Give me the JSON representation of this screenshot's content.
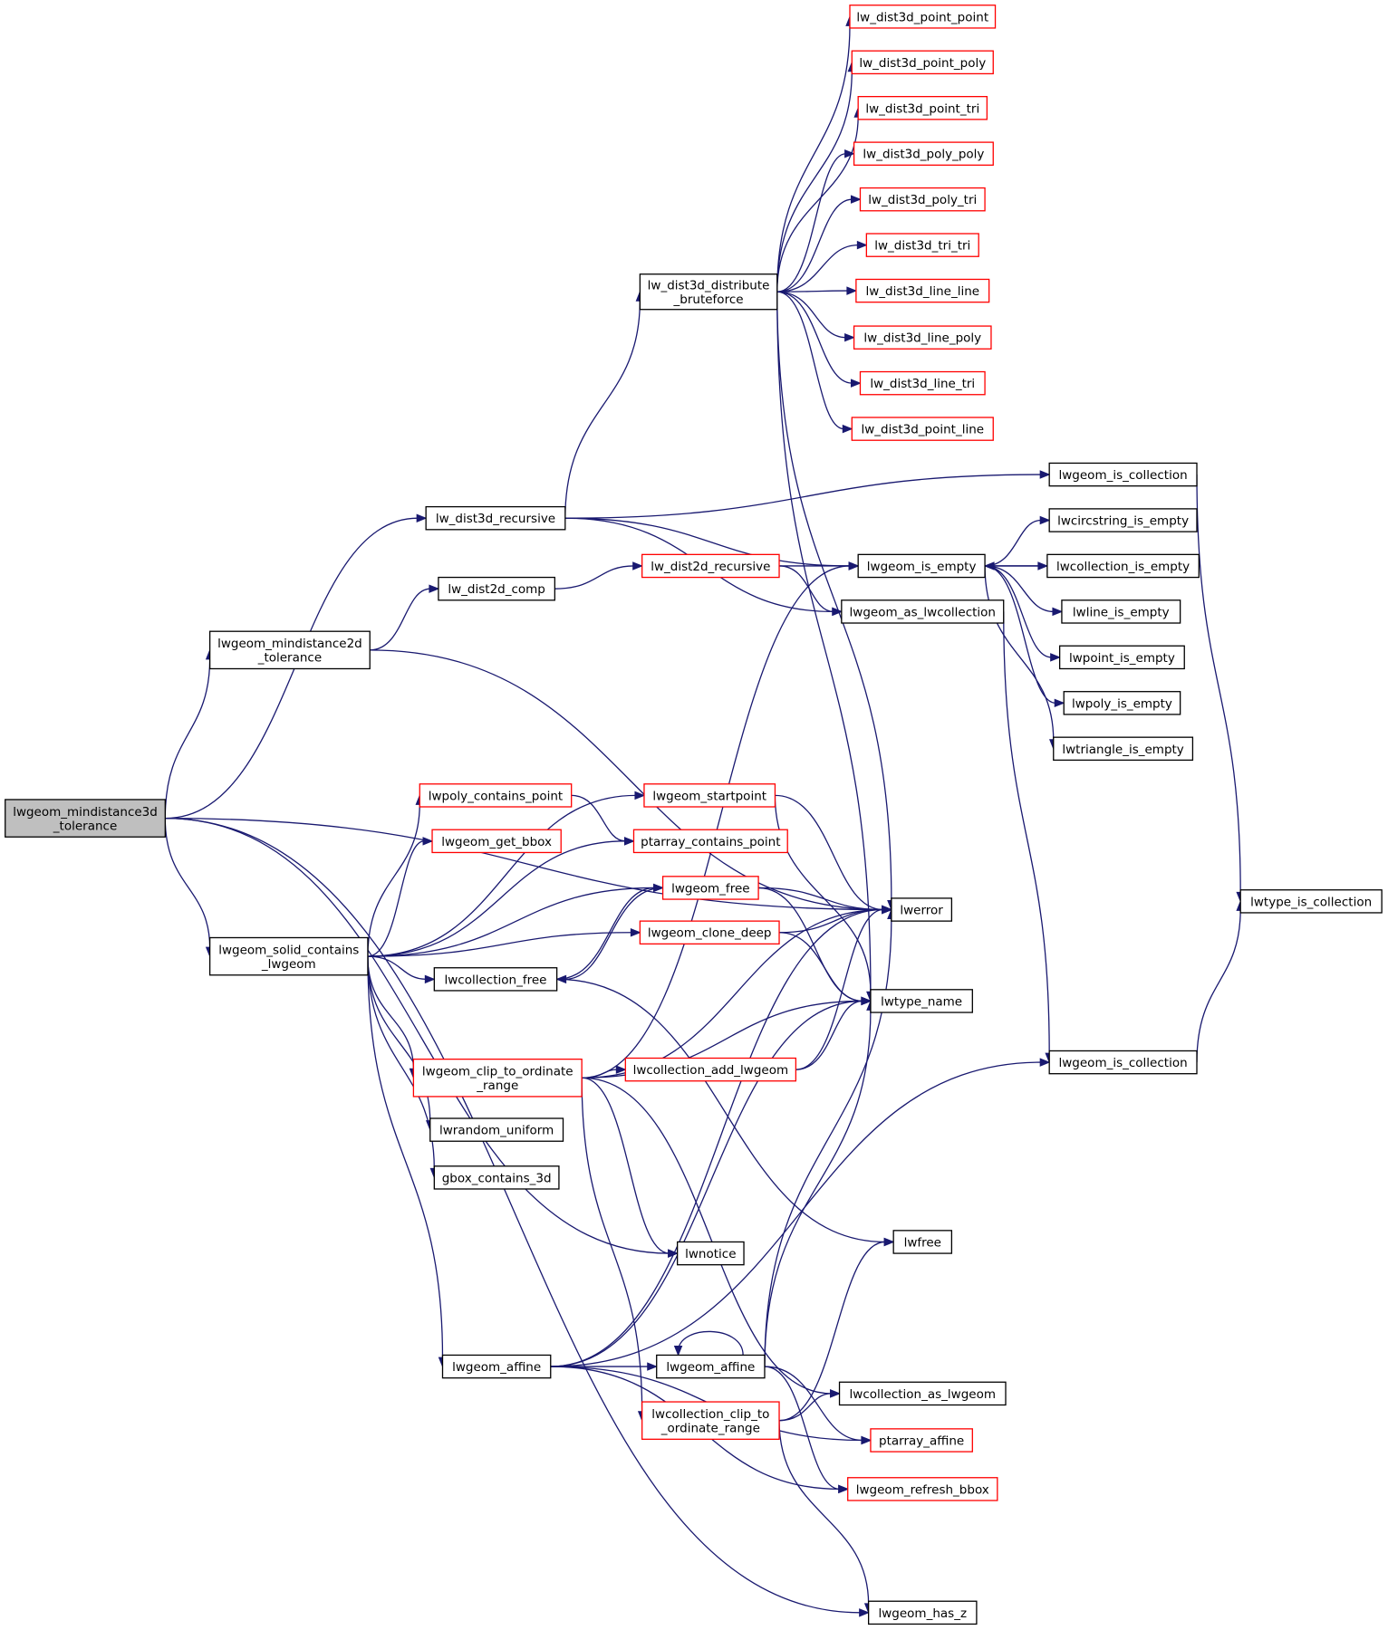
{
  "nodes": [
    {
      "id": "root",
      "lines": [
        "lwgeom_mindistance3d",
        "_tolerance"
      ],
      "border": "root"
    },
    {
      "id": "lw_dist3d_recursive",
      "lines": [
        "lw_dist3d_recursive"
      ],
      "border": "black"
    },
    {
      "id": "lwgeom_mindistance2d_tolerance",
      "lines": [
        "lwgeom_mindistance2d",
        "_tolerance"
      ],
      "border": "black"
    },
    {
      "id": "lwgeom_solid_contains_lwgeom",
      "lines": [
        "lwgeom_solid_contains",
        "_lwgeom"
      ],
      "border": "black"
    },
    {
      "id": "lw_dist2d_comp",
      "lines": [
        "lw_dist2d_comp"
      ],
      "border": "black"
    },
    {
      "id": "lw_dist3d_distribute_bruteforce",
      "lines": [
        "lw_dist3d_distribute",
        "_bruteforce"
      ],
      "border": "black"
    },
    {
      "id": "lw_dist2d_recursive",
      "lines": [
        "lw_dist2d_recursive"
      ],
      "border": "red"
    },
    {
      "id": "lwpoly_contains_point",
      "lines": [
        "lwpoly_contains_point"
      ],
      "border": "red"
    },
    {
      "id": "lwgeom_get_bbox",
      "lines": [
        "lwgeom_get_bbox"
      ],
      "border": "red"
    },
    {
      "id": "lwgeom_startpoint",
      "lines": [
        "lwgeom_startpoint"
      ],
      "border": "red"
    },
    {
      "id": "ptarray_contains_point",
      "lines": [
        "ptarray_contains_point"
      ],
      "border": "red"
    },
    {
      "id": "lwgeom_free",
      "lines": [
        "lwgeom_free"
      ],
      "border": "red"
    },
    {
      "id": "lwgeom_clone_deep",
      "lines": [
        "lwgeom_clone_deep"
      ],
      "border": "red"
    },
    {
      "id": "lwcollection_free",
      "lines": [
        "lwcollection_free"
      ],
      "border": "black"
    },
    {
      "id": "lwgeom_clip_to_ordinate_range",
      "lines": [
        "lwgeom_clip_to_ordinate",
        "_range"
      ],
      "border": "red"
    },
    {
      "id": "lwcollection_add_lwgeom",
      "lines": [
        "lwcollection_add_lwgeom"
      ],
      "border": "red"
    },
    {
      "id": "lwrandom_uniform",
      "lines": [
        "lwrandom_uniform"
      ],
      "border": "black"
    },
    {
      "id": "gbox_contains_3d",
      "lines": [
        "gbox_contains_3d"
      ],
      "border": "black"
    },
    {
      "id": "lwnotice",
      "lines": [
        "lwnotice"
      ],
      "border": "black"
    },
    {
      "id": "lwgeom_affine_outer",
      "lines": [
        "lwgeom_affine"
      ],
      "border": "black"
    },
    {
      "id": "lwgeom_affine_inner",
      "lines": [
        "lwgeom_affine"
      ],
      "border": "black"
    },
    {
      "id": "lwcollection_clip_to_ordinate_range",
      "lines": [
        "lwcollection_clip_to",
        "_ordinate_range"
      ],
      "border": "red"
    },
    {
      "id": "lw_dist3d_point_point",
      "lines": [
        "lw_dist3d_point_point"
      ],
      "border": "red"
    },
    {
      "id": "lw_dist3d_point_poly",
      "lines": [
        "lw_dist3d_point_poly"
      ],
      "border": "red"
    },
    {
      "id": "lw_dist3d_point_tri",
      "lines": [
        "lw_dist3d_point_tri"
      ],
      "border": "red"
    },
    {
      "id": "lw_dist3d_poly_poly",
      "lines": [
        "lw_dist3d_poly_poly"
      ],
      "border": "red"
    },
    {
      "id": "lw_dist3d_poly_tri",
      "lines": [
        "lw_dist3d_poly_tri"
      ],
      "border": "red"
    },
    {
      "id": "lw_dist3d_tri_tri",
      "lines": [
        "lw_dist3d_tri_tri"
      ],
      "border": "red"
    },
    {
      "id": "lw_dist3d_line_line",
      "lines": [
        "lw_dist3d_line_line"
      ],
      "border": "red"
    },
    {
      "id": "lw_dist3d_line_poly",
      "lines": [
        "lw_dist3d_line_poly"
      ],
      "border": "red"
    },
    {
      "id": "lw_dist3d_line_tri",
      "lines": [
        "lw_dist3d_line_tri"
      ],
      "border": "red"
    },
    {
      "id": "lw_dist3d_point_line",
      "lines": [
        "lw_dist3d_point_line"
      ],
      "border": "red"
    },
    {
      "id": "lwgeom_is_empty",
      "lines": [
        "lwgeom_is_empty"
      ],
      "border": "black"
    },
    {
      "id": "lwgeom_as_lwcollection",
      "lines": [
        "lwgeom_as_lwcollection"
      ],
      "border": "black"
    },
    {
      "id": "lwerror",
      "lines": [
        "lwerror"
      ],
      "border": "black"
    },
    {
      "id": "lwtype_name",
      "lines": [
        "lwtype_name"
      ],
      "border": "black"
    },
    {
      "id": "lwfree",
      "lines": [
        "lwfree"
      ],
      "border": "black"
    },
    {
      "id": "lwcollection_as_lwgeom",
      "lines": [
        "lwcollection_as_lwgeom"
      ],
      "border": "black"
    },
    {
      "id": "ptarray_affine",
      "lines": [
        "ptarray_affine"
      ],
      "border": "red"
    },
    {
      "id": "lwgeom_refresh_bbox",
      "lines": [
        "lwgeom_refresh_bbox"
      ],
      "border": "red"
    },
    {
      "id": "lwgeom_has_z",
      "lines": [
        "lwgeom_has_z"
      ],
      "border": "black"
    },
    {
      "id": "lwgeom_is_collection_top",
      "lines": [
        "lwgeom_is_collection"
      ],
      "border": "black"
    },
    {
      "id": "lwcircstring_is_empty",
      "lines": [
        "lwcircstring_is_empty"
      ],
      "border": "black"
    },
    {
      "id": "lwcollection_is_empty",
      "lines": [
        "lwcollection_is_empty"
      ],
      "border": "black"
    },
    {
      "id": "lwline_is_empty",
      "lines": [
        "lwline_is_empty"
      ],
      "border": "black"
    },
    {
      "id": "lwpoint_is_empty",
      "lines": [
        "lwpoint_is_empty"
      ],
      "border": "black"
    },
    {
      "id": "lwpoly_is_empty",
      "lines": [
        "lwpoly_is_empty"
      ],
      "border": "black"
    },
    {
      "id": "lwtriangle_is_empty",
      "lines": [
        "lwtriangle_is_empty"
      ],
      "border": "black"
    },
    {
      "id": "lwgeom_is_collection_bottom",
      "lines": [
        "lwgeom_is_collection"
      ],
      "border": "black"
    },
    {
      "id": "lwtype_is_collection",
      "lines": [
        "lwtype_is_collection"
      ],
      "border": "black"
    }
  ],
  "edges": [
    [
      "root",
      "lw_dist3d_recursive"
    ],
    [
      "root",
      "lwgeom_mindistance2d_tolerance"
    ],
    [
      "root",
      "lwerror"
    ],
    [
      "root",
      "lwgeom_solid_contains_lwgeom"
    ],
    [
      "root",
      "lwnotice"
    ],
    [
      "root",
      "lwgeom_has_z"
    ],
    [
      "lw_dist3d_recursive",
      "lw_dist3d_distribute_bruteforce"
    ],
    [
      "lw_dist3d_recursive",
      "lwgeom_is_collection_top"
    ],
    [
      "lw_dist3d_recursive",
      "lwgeom_is_empty"
    ],
    [
      "lw_dist3d_recursive",
      "lwgeom_as_lwcollection"
    ],
    [
      "lw_dist3d_distribute_bruteforce",
      "lw_dist3d_point_point"
    ],
    [
      "lw_dist3d_distribute_bruteforce",
      "lw_dist3d_point_poly"
    ],
    [
      "lw_dist3d_distribute_bruteforce",
      "lw_dist3d_point_tri"
    ],
    [
      "lw_dist3d_distribute_bruteforce",
      "lw_dist3d_poly_poly"
    ],
    [
      "lw_dist3d_distribute_bruteforce",
      "lw_dist3d_poly_tri"
    ],
    [
      "lw_dist3d_distribute_bruteforce",
      "lw_dist3d_tri_tri"
    ],
    [
      "lw_dist3d_distribute_bruteforce",
      "lw_dist3d_line_line"
    ],
    [
      "lw_dist3d_distribute_bruteforce",
      "lw_dist3d_line_poly"
    ],
    [
      "lw_dist3d_distribute_bruteforce",
      "lw_dist3d_line_tri"
    ],
    [
      "lw_dist3d_distribute_bruteforce",
      "lw_dist3d_point_line"
    ],
    [
      "lw_dist3d_distribute_bruteforce",
      "lwerror"
    ],
    [
      "lw_dist3d_distribute_bruteforce",
      "lwtype_name"
    ],
    [
      "lwgeom_mindistance2d_tolerance",
      "lw_dist2d_comp"
    ],
    [
      "lwgeom_mindistance2d_tolerance",
      "lwerror"
    ],
    [
      "lw_dist2d_comp",
      "lw_dist2d_recursive"
    ],
    [
      "lw_dist2d_recursive",
      "lwgeom_is_empty"
    ],
    [
      "lw_dist2d_recursive",
      "lwgeom_as_lwcollection"
    ],
    [
      "lwgeom_is_empty",
      "lwcircstring_is_empty"
    ],
    [
      "lwgeom_is_empty",
      "lwcollection_is_empty"
    ],
    [
      "lwgeom_is_empty",
      "lwline_is_empty"
    ],
    [
      "lwgeom_is_empty",
      "lwpoint_is_empty"
    ],
    [
      "lwgeom_is_empty",
      "lwpoly_is_empty"
    ],
    [
      "lwgeom_is_empty",
      "lwtriangle_is_empty"
    ],
    [
      "lwcollection_is_empty",
      "lwgeom_is_empty"
    ],
    [
      "lwgeom_as_lwcollection",
      "lwgeom_is_collection_bottom"
    ],
    [
      "lwgeom_is_collection_top",
      "lwtype_is_collection"
    ],
    [
      "lwgeom_is_collection_bottom",
      "lwtype_is_collection"
    ],
    [
      "lwgeom_solid_contains_lwgeom",
      "lwpoly_contains_point"
    ],
    [
      "lwgeom_solid_contains_lwgeom",
      "lwgeom_get_bbox"
    ],
    [
      "lwgeom_solid_contains_lwgeom",
      "lwgeom_startpoint"
    ],
    [
      "lwgeom_solid_contains_lwgeom",
      "ptarray_contains_point"
    ],
    [
      "lwgeom_solid_contains_lwgeom",
      "lwgeom_free"
    ],
    [
      "lwgeom_solid_contains_lwgeom",
      "lwcollection_free"
    ],
    [
      "lwgeom_solid_contains_lwgeom",
      "lwgeom_clone_deep"
    ],
    [
      "lwgeom_solid_contains_lwgeom",
      "lwgeom_clip_to_ordinate_range"
    ],
    [
      "lwgeom_solid_contains_lwgeom",
      "lwrandom_uniform"
    ],
    [
      "lwgeom_solid_contains_lwgeom",
      "gbox_contains_3d"
    ],
    [
      "lwgeom_solid_contains_lwgeom",
      "lwgeom_affine_outer"
    ],
    [
      "lwpoly_contains_point",
      "ptarray_contains_point"
    ],
    [
      "lwgeom_startpoint",
      "lwerror"
    ],
    [
      "lwgeom_startpoint",
      "lwtype_name"
    ],
    [
      "lwgeom_free",
      "lwcollection_free"
    ],
    [
      "lwgeom_free",
      "lwerror"
    ],
    [
      "lwgeom_free",
      "lwtype_name"
    ],
    [
      "lwcollection_free",
      "lwgeom_free"
    ],
    [
      "lwcollection_free",
      "lwfree"
    ],
    [
      "lwgeom_clone_deep",
      "lwerror"
    ],
    [
      "lwgeom_clone_deep",
      "lwtype_name"
    ],
    [
      "lwgeom_clip_to_ordinate_range",
      "lwcollection_add_lwgeom"
    ],
    [
      "lwgeom_clip_to_ordinate_range",
      "lwgeom_is_empty"
    ],
    [
      "lwgeom_clip_to_ordinate_range",
      "lwerror"
    ],
    [
      "lwgeom_clip_to_ordinate_range",
      "lwtype_name"
    ],
    [
      "lwgeom_clip_to_ordinate_range",
      "lwnotice"
    ],
    [
      "lwgeom_clip_to_ordinate_range",
      "lwcollection_as_lwgeom"
    ],
    [
      "lwgeom_clip_to_ordinate_range",
      "lwcollection_clip_to_ordinate_range"
    ],
    [
      "lwcollection_add_lwgeom",
      "lwerror"
    ],
    [
      "lwcollection_add_lwgeom",
      "lwtype_name"
    ],
    [
      "lwgeom_affine_outer",
      "lwgeom_affine_inner"
    ],
    [
      "lwgeom_affine_outer",
      "lwtype_name"
    ],
    [
      "lwgeom_affine_outer",
      "lwgeom_is_collection_bottom"
    ],
    [
      "lwgeom_affine_outer",
      "ptarray_affine"
    ],
    [
      "lwgeom_affine_outer",
      "lwgeom_refresh_bbox"
    ],
    [
      "lwgeom_affine_outer",
      "lwerror"
    ],
    [
      "lwgeom_affine_inner",
      "lwgeom_affine_inner"
    ],
    [
      "lwgeom_affine_inner",
      "lwerror"
    ],
    [
      "lwgeom_affine_inner",
      "lwtype_name"
    ],
    [
      "lwgeom_affine_inner",
      "ptarray_affine"
    ],
    [
      "lwgeom_affine_inner",
      "lwgeom_refresh_bbox"
    ],
    [
      "lwcollection_clip_to_ordinate_range",
      "lwfree"
    ],
    [
      "lwcollection_clip_to_ordinate_range",
      "lwcollection_as_lwgeom"
    ],
    [
      "lwcollection_clip_to_ordinate_range",
      "lwgeom_has_z"
    ]
  ]
}
